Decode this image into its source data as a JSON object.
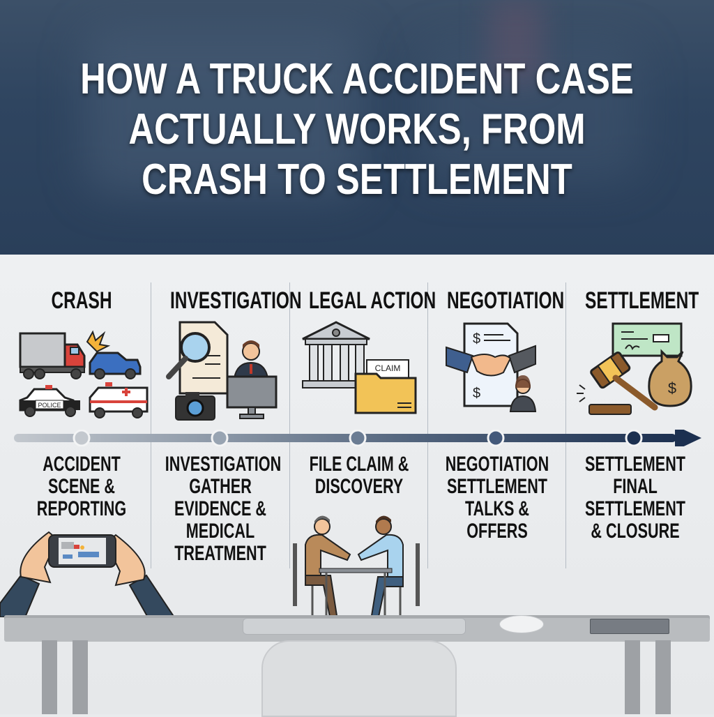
{
  "title": {
    "lines": [
      "HOW A TRUCK ACCIDENT CASE",
      "ACTUALLY WORKS, FROM",
      "CRASH TO SETTLEMENT"
    ]
  },
  "colors": {
    "hero_bg": "#2f4560",
    "timeline_start": "#c3c8ce",
    "timeline_end": "#1c3050",
    "text": "#111111"
  },
  "stages": [
    {
      "title": "CRASH",
      "icons": [
        "truck-icon",
        "car-crash-icon",
        "police-car-icon",
        "ambulance-icon"
      ],
      "police_label": "POLICE",
      "desc": [
        "ACCIDENT",
        "SCENE &",
        "REPORTING"
      ]
    },
    {
      "title": "INVESTIGATION",
      "icons": [
        "document-magnifier-icon",
        "camera-icon",
        "investigator-icon",
        "computer-icon"
      ],
      "desc": [
        "INVESTIGATION",
        "GATHER",
        "EVIDENCE &",
        "MEDICAL",
        "TREATMENT"
      ]
    },
    {
      "title": "LEGAL ACTION",
      "icons": [
        "courthouse-icon",
        "claim-folder-icon"
      ],
      "claim_label": "CLAIM",
      "desc": [
        "FILE CLAIM &",
        "DISCOVERY"
      ]
    },
    {
      "title": "NEGOTIATION",
      "icons": [
        "contract-icon",
        "handshake-icon",
        "negotiator-icon"
      ],
      "desc": [
        "NEGOTIATION",
        "SETTLEMENT",
        "TALKS &",
        "OFFERS"
      ]
    },
    {
      "title": "SETTLEMENT",
      "icons": [
        "check-icon",
        "gavel-icon",
        "money-bag-icon"
      ],
      "desc": [
        "SETTLEMENT",
        "FINAL",
        "SETTLEMENT",
        "& CLOSURE"
      ]
    }
  ],
  "timeline": {
    "steps": 5,
    "direction": "left-to-right"
  }
}
